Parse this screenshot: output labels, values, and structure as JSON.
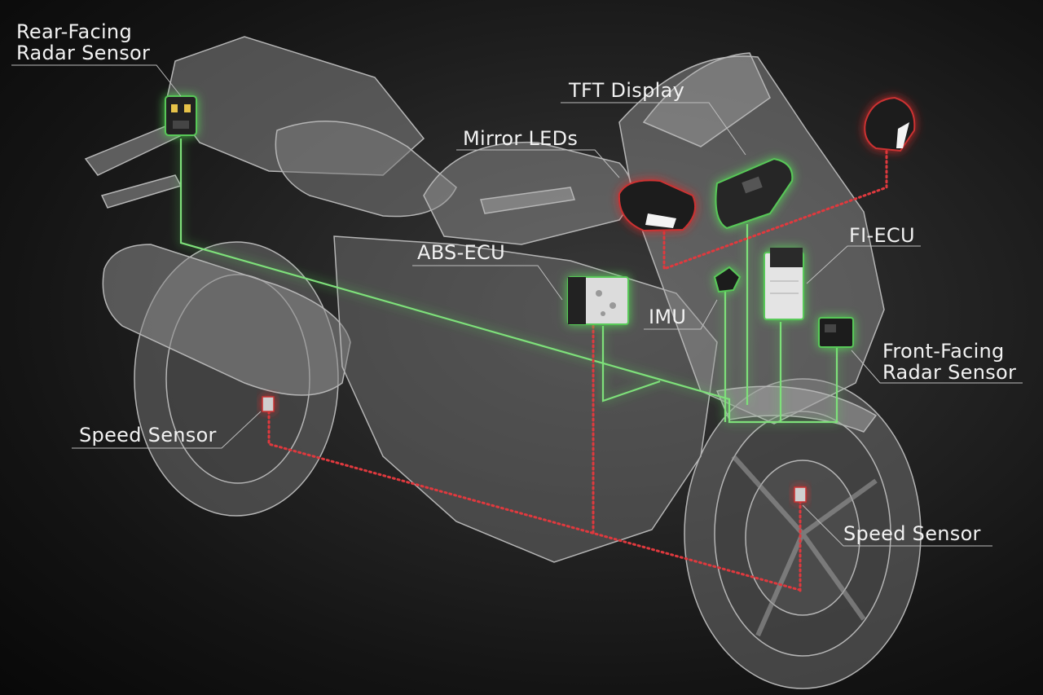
{
  "labels": {
    "rear_radar_line1": "Rear-Facing",
    "rear_radar_line2": "Radar Sensor",
    "tft_display": "TFT Display",
    "mirror_leds": "Mirror LEDs",
    "abs_ecu": "ABS-ECU",
    "fi_ecu": "FI-ECU",
    "imu": "IMU",
    "front_radar_line1": "Front-Facing",
    "front_radar_line2": "Radar Sensor",
    "speed_sensor_rear": "Speed Sensor",
    "speed_sensor_front": "Speed Sensor"
  },
  "colors": {
    "network_green": "#7ee07a",
    "network_red": "#e0393e",
    "background": "#141414",
    "label_text": "#f2f2f2",
    "leader_line": "#bdbdbd"
  }
}
